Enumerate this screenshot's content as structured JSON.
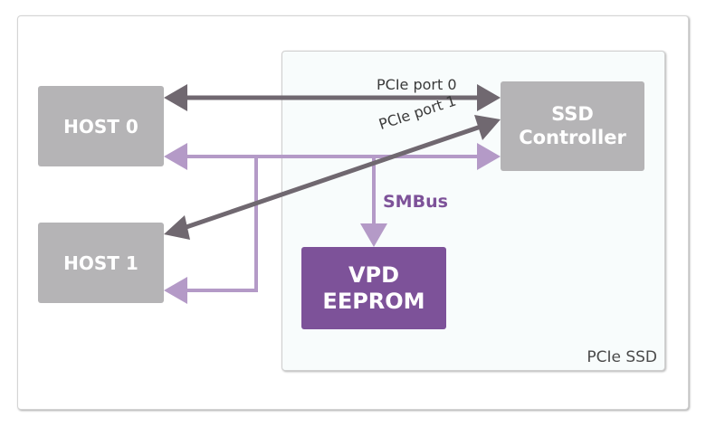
{
  "diagram": {
    "nodes": {
      "host0": "HOST 0",
      "host1": "HOST 1",
      "controller_line1": "SSD",
      "controller_line2": "Controller",
      "eeprom_line1": "VPD",
      "eeprom_line2": "EEPROM"
    },
    "container_label": "PCIe SSD",
    "edges": {
      "port0": "PCIe port 0",
      "port1": "PCIe port 1",
      "smbus": "SMBus"
    },
    "colors": {
      "pcie_link": "#706870",
      "smbus_link": "#b49ac7",
      "host_box": "#b5b4b6",
      "eeprom_box": "#7d5299",
      "smbus_text": "#7d5299"
    }
  }
}
